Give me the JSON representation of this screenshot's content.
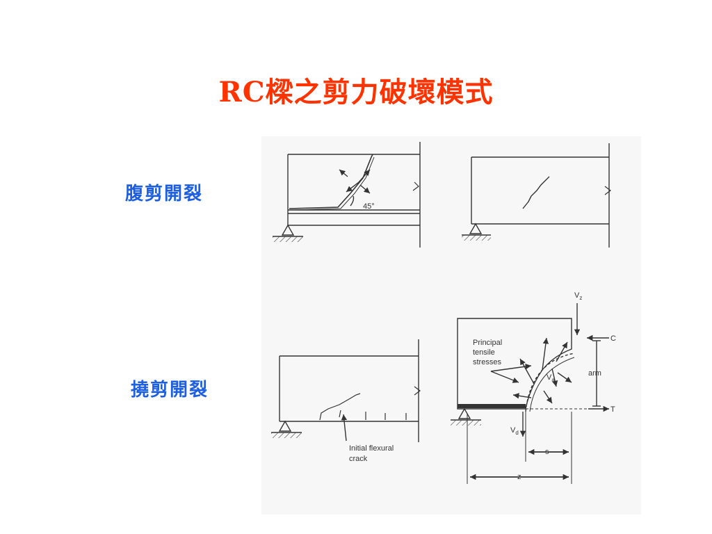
{
  "slide": {
    "title": "RC樑之剪力破壞模式",
    "label_web_shear": "腹剪開裂",
    "label_flexure_shear": "撓剪開裂"
  },
  "figure": {
    "angle_label": "45°",
    "principal_label_lines": [
      "Principal",
      "tensile",
      "stresses"
    ],
    "initial_crack_lines": [
      "Initial flexural",
      "crack"
    ],
    "vz": "V",
    "vz_sub": "z",
    "c": "C",
    "arm": "arm",
    "t": "T",
    "va": "V",
    "va_sub": "a",
    "vd": "V",
    "vd_sub": "d",
    "s": "s",
    "z": "z"
  },
  "colors": {
    "title": "#ff3300",
    "labels": "#1d5fe0",
    "ink": "#333333",
    "paper": "#f7f7f7"
  }
}
